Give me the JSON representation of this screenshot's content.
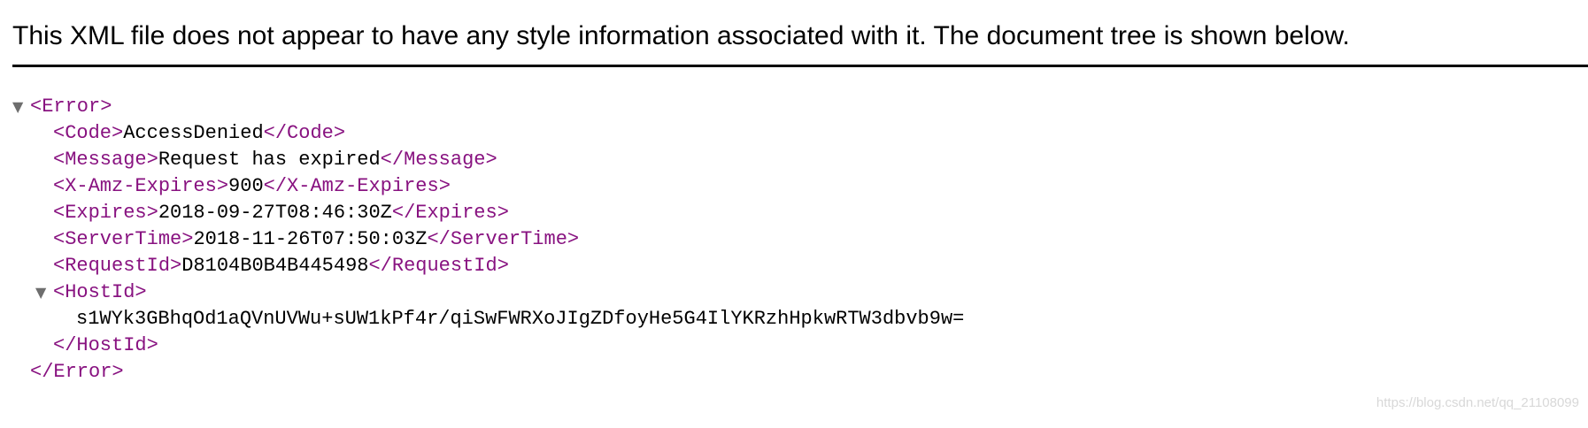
{
  "header": {
    "message": "This XML file does not appear to have any style information associated with it. The document tree is shown below."
  },
  "toggle_glyph": "▼",
  "tree": {
    "error_open": "<Error>",
    "error_close": "</Error>",
    "code": {
      "open": "<Code>",
      "value": "AccessDenied",
      "close": "</Code>"
    },
    "message": {
      "open": "<Message>",
      "value": "Request has expired",
      "close": "</Message>"
    },
    "x_amz_expires": {
      "open": "<X-Amz-Expires>",
      "value": "900",
      "close": "</X-Amz-Expires>"
    },
    "expires": {
      "open": "<Expires>",
      "value": "2018-09-27T08:46:30Z",
      "close": "</Expires>"
    },
    "server_time": {
      "open": "<ServerTime>",
      "value": "2018-11-26T07:50:03Z",
      "close": "</ServerTime>"
    },
    "request_id": {
      "open": "<RequestId>",
      "value": "D8104B0B4B445498",
      "close": "</RequestId>"
    },
    "host_id": {
      "open": "<HostId>",
      "value": "s1WYk3GBhqOd1aQVnUVWu+sUW1kPf4r/qiSwFWRXoJIgZDfoyHe5G4IlYKRzhHpkwRTW3dbvb9w=",
      "close": "</HostId>"
    }
  },
  "watermark": "https://blog.csdn.net/qq_21108099",
  "colors": {
    "tag": "#881280",
    "text": "#000000",
    "toggle": "#6e6e6e"
  }
}
